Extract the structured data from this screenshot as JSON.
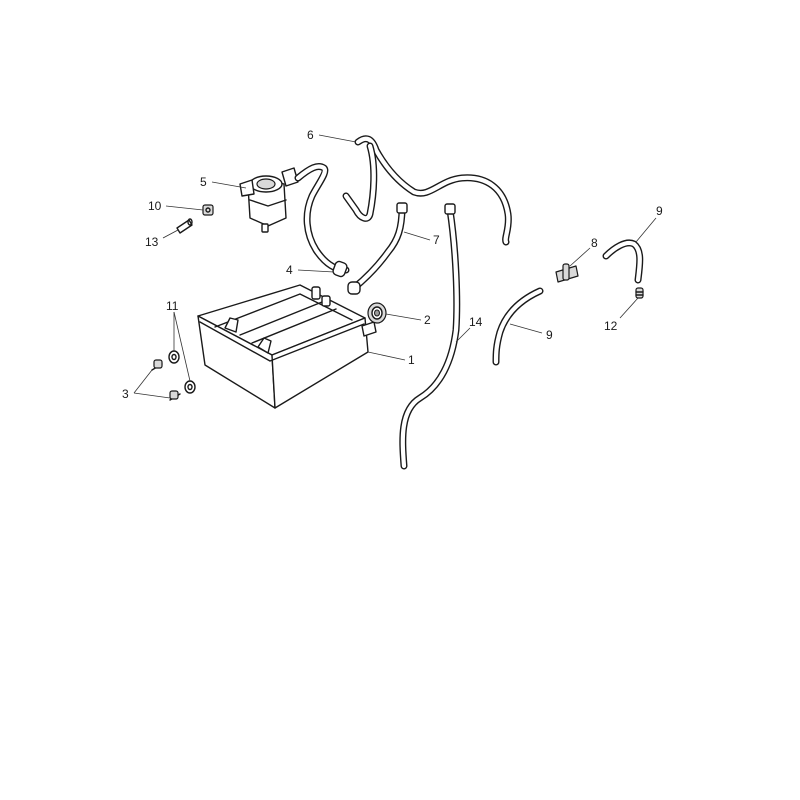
{
  "callouts": {
    "c1": "1",
    "c2": "2",
    "c3": "3",
    "c4": "4",
    "c5": "5",
    "c6": "6",
    "c7": "7",
    "c8": "8",
    "c9a": "9",
    "c9b": "9",
    "c10": "10",
    "c11": "11",
    "c12": "12",
    "c13": "13",
    "c14": "14"
  },
  "colors": {
    "line": "#1a1a1a",
    "shade": "#d9d9d9",
    "background": "#ffffff"
  }
}
